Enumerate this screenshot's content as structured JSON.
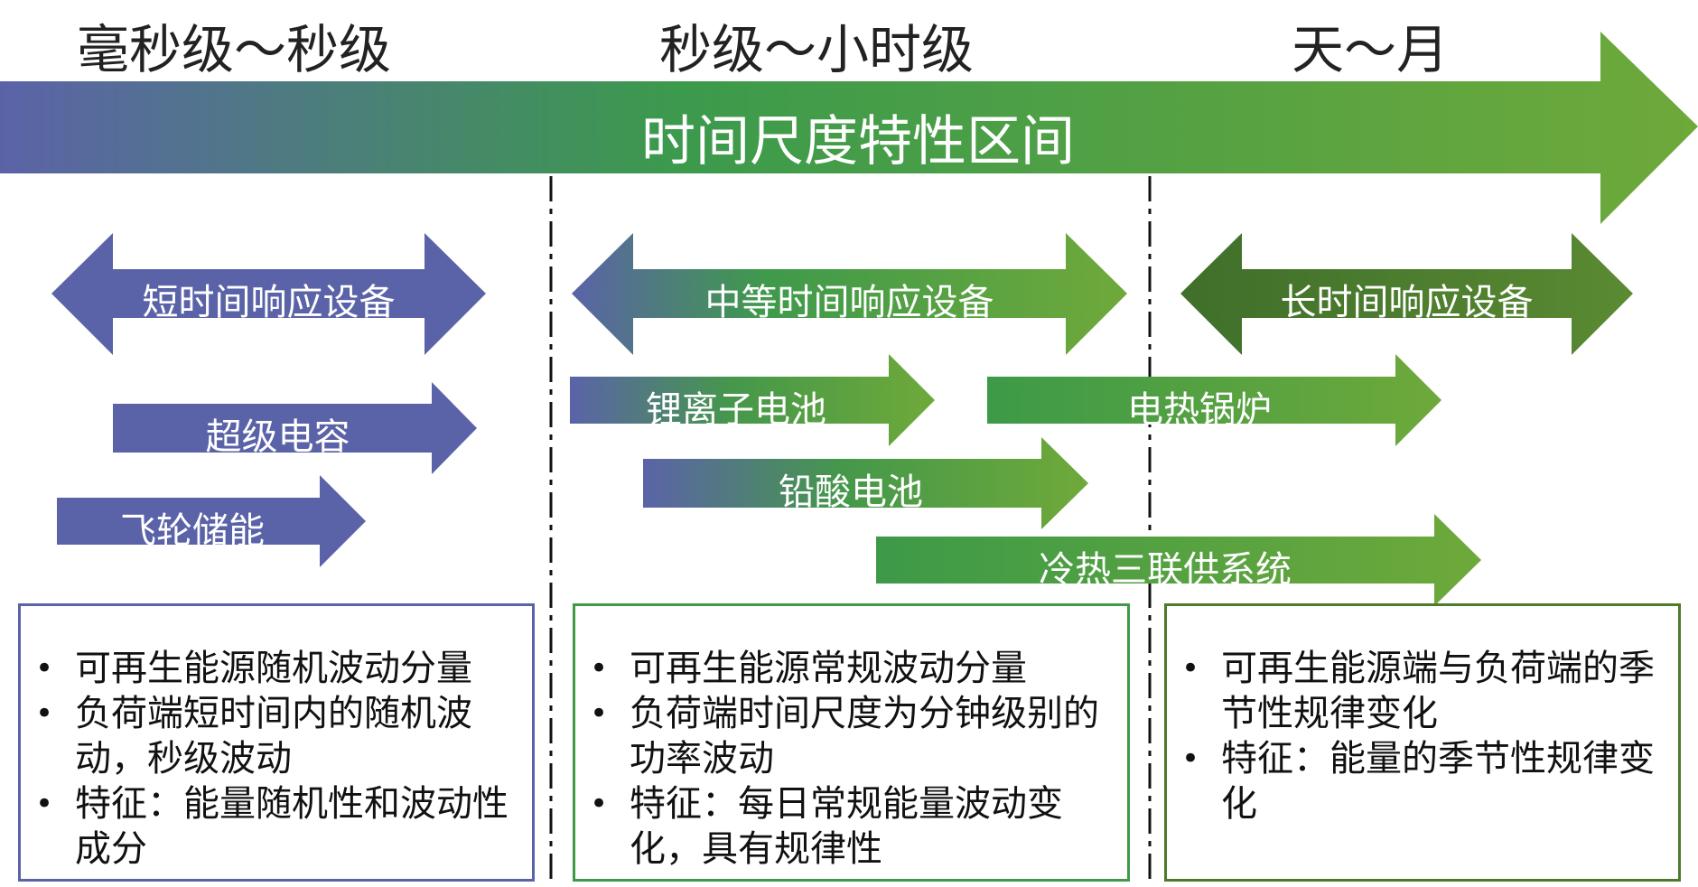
{
  "headers": {
    "ms_to_s": "毫秒级～秒级",
    "s_to_h": "秒级～小时级",
    "day_to_month": "天～月"
  },
  "main_arrow": {
    "label": "时间尺度特性区间"
  },
  "device_groups": {
    "short": "短时间响应设备",
    "medium": "中等时间响应设备",
    "long": "长时间响应设备"
  },
  "devices": {
    "supercap": "超级电容",
    "flywheel": "飞轮储能",
    "li_battery": "锂离子电池",
    "lead_acid": "铅酸电池",
    "electric_boiler": "电热锅炉",
    "cchp": "冷热三联供系统"
  },
  "boxes": {
    "short": [
      "可再生能源随机波动分量",
      "负荷端短时间内的随机波动，秒级波动",
      "特征：能量随机性和波动性成分"
    ],
    "medium": [
      "可再生能源常规波动分量",
      "负荷端时间尺度为分钟级别的功率波动",
      "特征：每日常规能量波动变化，具有规律性"
    ],
    "long": [
      "可再生能源端与负荷端的季节性规律变化",
      "特征：能量的季节性规律变化"
    ]
  },
  "colors": {
    "purple": "#5b63a8",
    "green": "#3e9a4a",
    "light_green": "#6fa93a",
    "dark_green": "#4d7a2c"
  }
}
